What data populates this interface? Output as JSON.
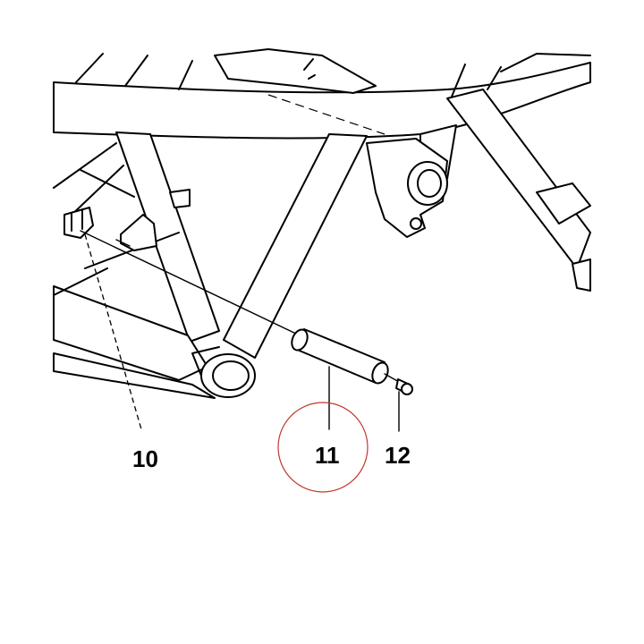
{
  "callouts": [
    {
      "id": "10",
      "label": "10"
    },
    {
      "id": "11",
      "label": "11"
    },
    {
      "id": "12",
      "label": "12"
    }
  ],
  "highlight": {
    "target": "11",
    "color": "#c0392b"
  },
  "line_color": "#000000",
  "background": "#ffffff"
}
